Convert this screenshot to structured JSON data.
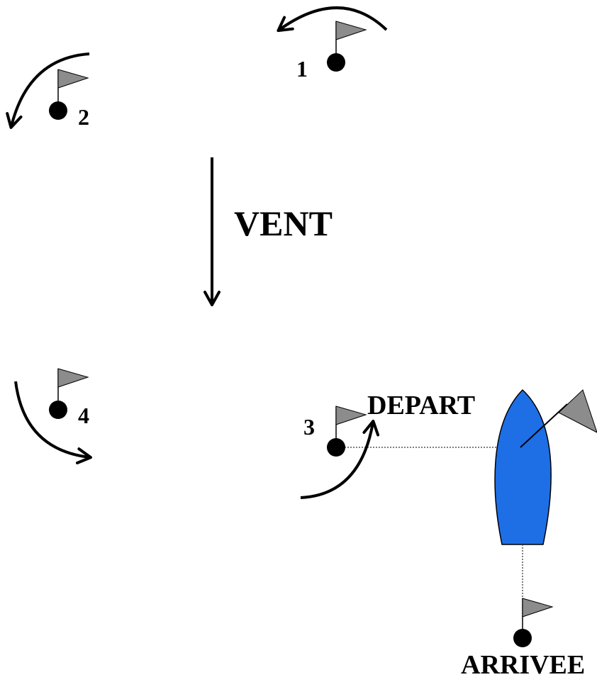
{
  "diagram": {
    "wind_label": "VENT",
    "start_label": "DEPART",
    "finish_label": "ARRIVEE",
    "marks": [
      {
        "number": "1"
      },
      {
        "number": "2"
      },
      {
        "number": "3"
      },
      {
        "number": "4"
      }
    ],
    "colors": {
      "boat_fill": "#1e6fe6",
      "flag_fill": "#8c8c8c",
      "buoy_fill": "#000000",
      "line": "#000000"
    }
  }
}
